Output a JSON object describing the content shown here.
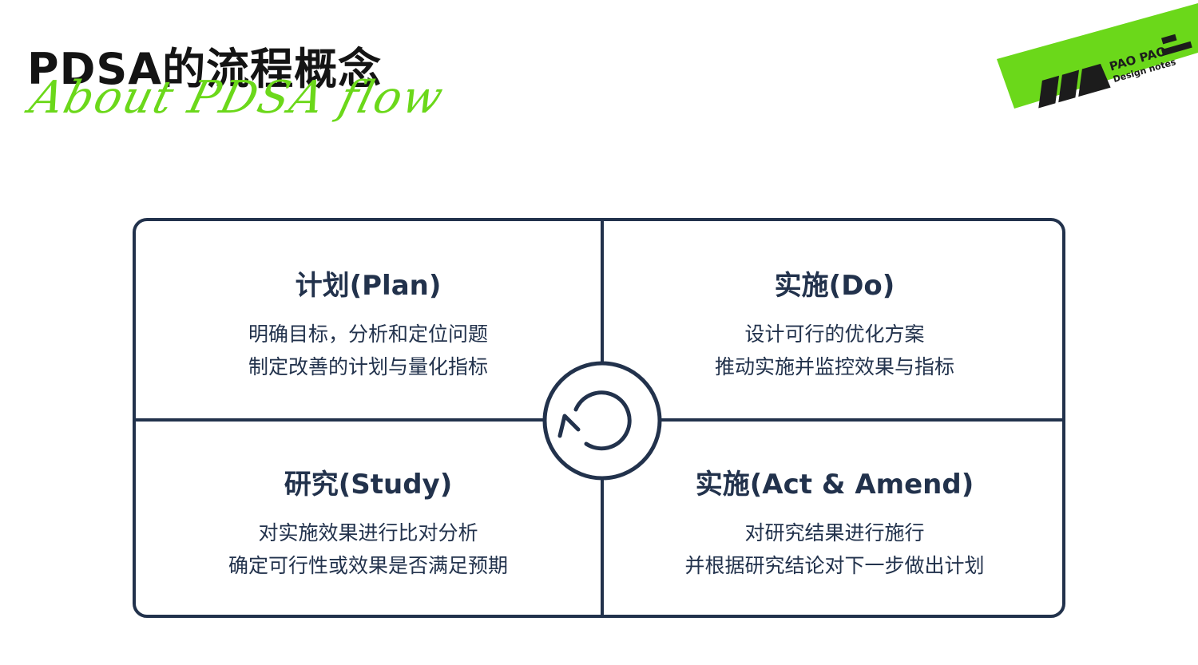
{
  "header": {
    "title": "PDSA的流程概念",
    "subtitle": "About PDSA flow"
  },
  "logo": {
    "line1": "PAO PAO",
    "line2": "Design notes",
    "brand_color": "#6bd81a"
  },
  "colors": {
    "diagram_stroke": "#22324c",
    "text": "#22324c",
    "accent": "#6bd81a"
  },
  "diagram": {
    "center_icon": "refresh-cycle-icon",
    "quadrants": [
      {
        "title": "计划(Plan)",
        "lines": [
          "明确目标，分析和定位问题",
          "制定改善的计划与量化指标"
        ]
      },
      {
        "title": "实施(Do)",
        "lines": [
          "设计可行的优化方案",
          "推动实施并监控效果与指标"
        ]
      },
      {
        "title": "研究(Study)",
        "lines": [
          "对实施效果进行比对分析",
          "确定可行性或效果是否满足预期"
        ]
      },
      {
        "title": "实施(Act & Amend)",
        "lines": [
          "对研究结果进行施行",
          "并根据研究结论对下一步做出计划"
        ]
      }
    ]
  }
}
